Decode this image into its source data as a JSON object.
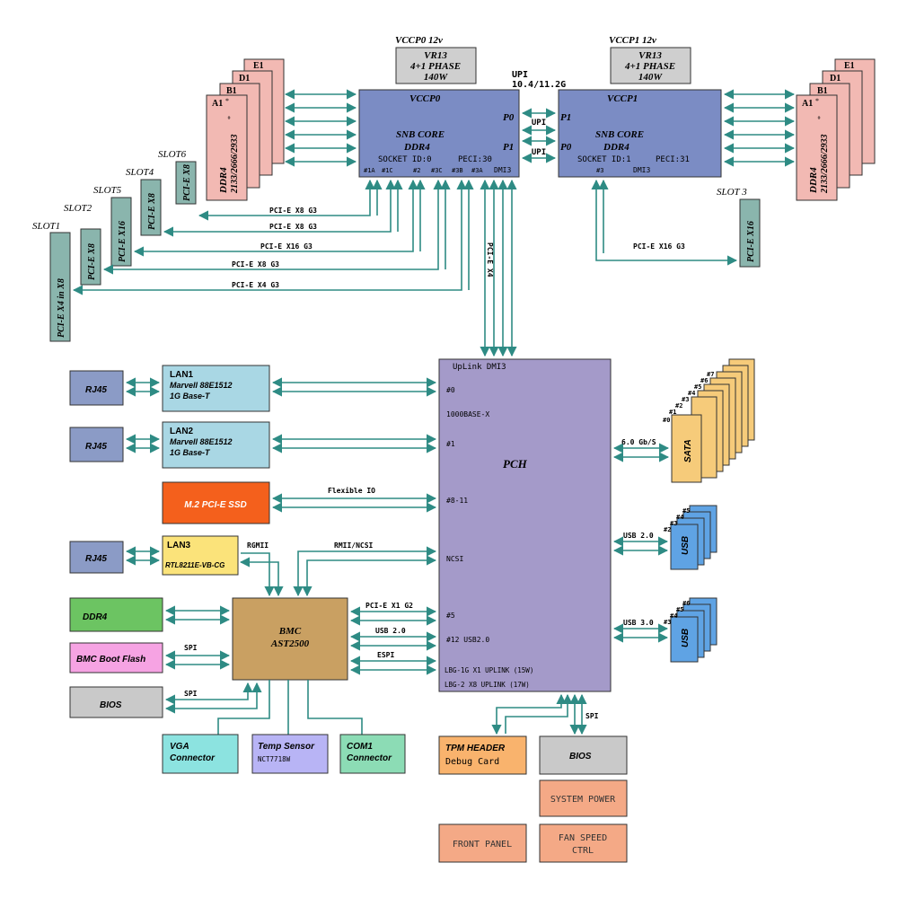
{
  "colors": {
    "cpu": "#7b8cc4",
    "pch": "#a49ac9",
    "ddr_dimm": "#f2b9b3",
    "pcie_slot": "#8ab5ad",
    "lan": "#a9d7e4",
    "rj45": "#8b9bc6",
    "m2": "#f4601c",
    "lan3": "#fbe37a",
    "bmc": "#c9a062",
    "bmc_ddr4": "#6cc462",
    "boot_flash": "#f6a3e3",
    "bios": "#c9c9c9",
    "vga": "#8ce3e0",
    "temp": "#b8b4f5",
    "com1": "#8cdcb5",
    "tpm": "#f9b36d",
    "front": "#f4a986",
    "sata": "#f6cb7a",
    "usb": "#5fa3e4",
    "vr": "#cfcfcf",
    "link": "#2e8b84"
  },
  "vr0": {
    "title": "VCCP0  12v",
    "line1": "VR13",
    "line2": "4+1 PHASE",
    "line3": "140W"
  },
  "vr1": {
    "title": "VCCP1  12v",
    "line1": "VR13",
    "line2": "4+1 PHASE",
    "line3": "140W"
  },
  "upi": {
    "header1": "UPI",
    "header2": "10.4/11.2G",
    "label_a": "UPI",
    "label_b": "UPI"
  },
  "cpu0": {
    "vcc": "VCCP0",
    "core": "SNB  CORE",
    "mem": "DDR4",
    "p0": "P0",
    "p1": "P1",
    "socket": "SOCKET ID:0",
    "peci": "PECI:30",
    "ports": [
      "#1A",
      "#1C",
      "#2",
      "#3C",
      "#3B",
      "#3A"
    ],
    "dmi": "DMI3"
  },
  "cpu1": {
    "vcc": "VCCP1",
    "core": "SNB  CORE",
    "mem": "DDR4",
    "p1": "P1",
    "p0": "P0",
    "socket": "SOCKET ID:1",
    "peci": "PECI:31",
    "port": "#3",
    "dmi": "DMI3"
  },
  "dimm_left": {
    "labels": [
      "E1",
      "D1",
      "B1",
      "A1"
    ],
    "a1_suffix": "*",
    "type": "DDR4",
    "speed": "2133/2666/2933",
    "speed_suffix": "*"
  },
  "dimm_right": {
    "labels": [
      "E1",
      "D1",
      "B1",
      "A1"
    ],
    "a1_suffix": "*",
    "type": "DDR4",
    "speed": "2133/2666/2933",
    "speed_suffix": "*"
  },
  "slots": {
    "slot6": {
      "name": "SLOT6",
      "label": "PCI-E X8"
    },
    "slot4": {
      "name": "SLOT4",
      "label": "PCI-E X8"
    },
    "slot5": {
      "name": "SLOT5",
      "label": "PCI-E X16"
    },
    "slot2": {
      "name": "SLOT2",
      "label": "PCI-E X8"
    },
    "slot1": {
      "name": "SLOT1",
      "label": "PCI-E X4 in X8"
    },
    "slot3": {
      "name": "SLOT 3",
      "label": "PCI-E X16"
    }
  },
  "pcie_links": [
    "PCI-E X8 G3",
    "PCI-E X8 G3",
    "PCI-E X16 G3",
    "PCI-E X8 G3",
    "PCI-E X4 G3"
  ],
  "pcie_x16_slot3": "PCI-E X16 G3",
  "dmi_link": "PCI-E X4",
  "pch": {
    "uplink": "UpLink DMI3",
    "title": "PCH",
    "p0": "#0",
    "base": "1000BASE-X",
    "p1": "#1",
    "p811": "#8-11",
    "ncsi": "NCSI",
    "p5": "#5",
    "p12": "#12 USB2.0",
    "lbg1": "LBG-1G X1 UPLINK (15W)",
    "lbg2": "LBG-2  X8 UPLINK (17W)"
  },
  "lan1": {
    "title": "LAN1",
    "chip": "Marvell 88E1512",
    "speed": "1G Base-T"
  },
  "lan2": {
    "title": "LAN2",
    "chip": "Marvell 88E1512",
    "speed": "1G Base-T"
  },
  "lan3": {
    "title": "LAN3",
    "chip": "RTL8211E-VB-CG"
  },
  "rj45": [
    "RJ45",
    "RJ45",
    "RJ45"
  ],
  "m2": "M.2 PCI-E SSD",
  "flexible_io": "Flexible IO",
  "rgmii": "RGMII",
  "rmii_ncsi": "RMII/NCSI",
  "bmc": {
    "line1": "BMC",
    "line2": "AST2500"
  },
  "bmc_links": {
    "pcie": "PCI-E X1 G2",
    "usb": "USB 2.0",
    "espi": "ESPI"
  },
  "ddr4": "DDR4",
  "boot_flash": "BMC Boot Flash",
  "bios_left": "BIOS",
  "spi": [
    "SPI",
    "SPI",
    "SPI"
  ],
  "vga": {
    "line1": "VGA",
    "line2": "Connector"
  },
  "temp": {
    "line1": "Temp Sensor",
    "line2": "NCT7718W"
  },
  "com1": {
    "line1": "COM1",
    "line2": "Connector"
  },
  "tpm": {
    "line1": "TPM HEADER",
    "line2": "Debug Card"
  },
  "bios_right": "BIOS",
  "system_power": "SYSTEM POWER",
  "front_panel": "FRONT PANEL",
  "fan": {
    "line1": "FAN SPEED",
    "line2": "CTRL"
  },
  "sata": {
    "link": "6.0 Gb/S",
    "label": "SATA",
    "ports": [
      "#0",
      "#1",
      "#2",
      "#3",
      "#4",
      "#5",
      "#6",
      "#7"
    ]
  },
  "usb2": {
    "link": "USB 2.0",
    "label": "USB",
    "ports": [
      "#2",
      "#3",
      "#4",
      "#5"
    ]
  },
  "usb3": {
    "link": "USB 3.0",
    "label": "USB",
    "ports": [
      "#3",
      "#4",
      "#5",
      "#6"
    ]
  }
}
